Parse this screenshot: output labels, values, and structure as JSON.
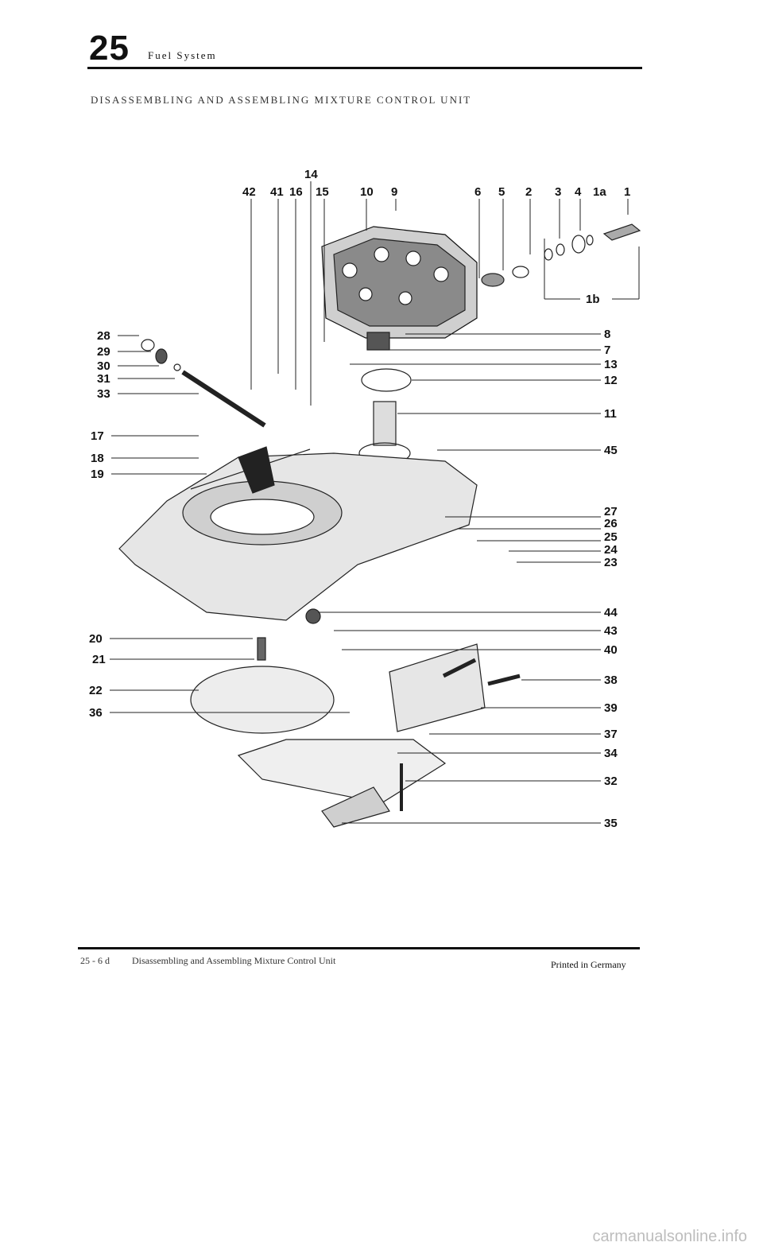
{
  "header": {
    "chapter_number": "25",
    "chapter_title": "Fuel System",
    "section_title": "DISASSEMBLING AND ASSEMBLING MIXTURE CONTROL UNIT"
  },
  "diagram": {
    "callouts": [
      "14",
      "42",
      "41",
      "16",
      "15",
      "10",
      "9",
      "6",
      "5",
      "2",
      "3",
      "4",
      "1a",
      "1",
      "1b",
      "8",
      "7",
      "13",
      "12",
      "11",
      "45",
      "27",
      "26",
      "25",
      "24",
      "23",
      "44",
      "43",
      "40",
      "38",
      "39",
      "37",
      "34",
      "32",
      "35",
      "28",
      "29",
      "30",
      "31",
      "33",
      "17",
      "18",
      "19",
      "20",
      "21",
      "22",
      "36"
    ]
  },
  "footer": {
    "page_ref": "25 - 6 d",
    "page_title": "Disassembling and Assembling Mixture Control Unit",
    "printed": "Printed in Germany"
  },
  "watermark": "carmanualsonline.info"
}
